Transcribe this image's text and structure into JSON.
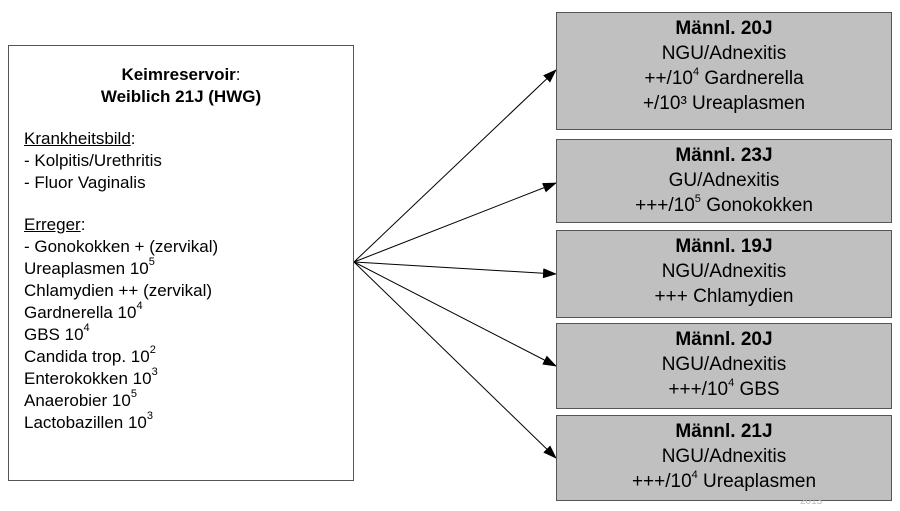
{
  "source": {
    "title_line1": "Keimreservoir",
    "title_colon": ":",
    "title_line2": "Weiblich 21J (HWG)",
    "krankheitsbild_label": "Krankheitsbild",
    "krankheitsbild_items": [
      "- Kolpitis/Urethritis",
      "- Fluor Vaginalis"
    ],
    "erreger_label": "Erreger",
    "erreger_items": [
      {
        "text": "- Gonokokken + (zervikal)",
        "sup": ""
      },
      {
        "text": "Ureaplasmen 10",
        "sup": "5"
      },
      {
        "text": "Chlamydien ++ (zervikal)",
        "sup": ""
      },
      {
        "text": "Gardnerella 10",
        "sup": "4"
      },
      {
        "text": "GBS 10",
        "sup": "4"
      },
      {
        "text": "Candida trop. 10",
        "sup": "2"
      },
      {
        "text": "Enterokokken 10",
        "sup": "3"
      },
      {
        "text": "Anaerobier 10",
        "sup": "5"
      },
      {
        "text": "Lactobazillen 10",
        "sup": "3"
      }
    ]
  },
  "targets": [
    {
      "title": "Männl. 20J",
      "diagnosis": "NGU/Adnexitis",
      "lines": [
        {
          "pre": "++/10",
          "sup": "4",
          "post": " Gardnerella"
        },
        {
          "pre": "+/10³ Ureaplasmen",
          "sup": "",
          "post": ""
        }
      ]
    },
    {
      "title": "Männl. 23J",
      "diagnosis": "GU/Adnexitis",
      "lines": [
        {
          "pre": "+++/10",
          "sup": "5",
          "post": " Gonokokken"
        }
      ]
    },
    {
      "title": "Männl. 19J",
      "diagnosis": "NGU/Adnexitis",
      "lines": [
        {
          "pre": "+++ Chlamydien",
          "sup": "",
          "post": ""
        }
      ]
    },
    {
      "title": "Männl. 20J",
      "diagnosis": "NGU/Adnexitis",
      "lines": [
        {
          "pre": "+++/10",
          "sup": "4",
          "post": " GBS"
        }
      ]
    },
    {
      "title": "Männl. 21J",
      "diagnosis": "NGU/Adnexitis",
      "lines": [
        {
          "pre": "+++/10",
          "sup": "4",
          "post": " Ureaplasmen"
        }
      ]
    }
  ],
  "watermark": "2013",
  "colors": {
    "target_fill": "#c0c0c0",
    "border": "#555555",
    "arrow": "#000000"
  }
}
